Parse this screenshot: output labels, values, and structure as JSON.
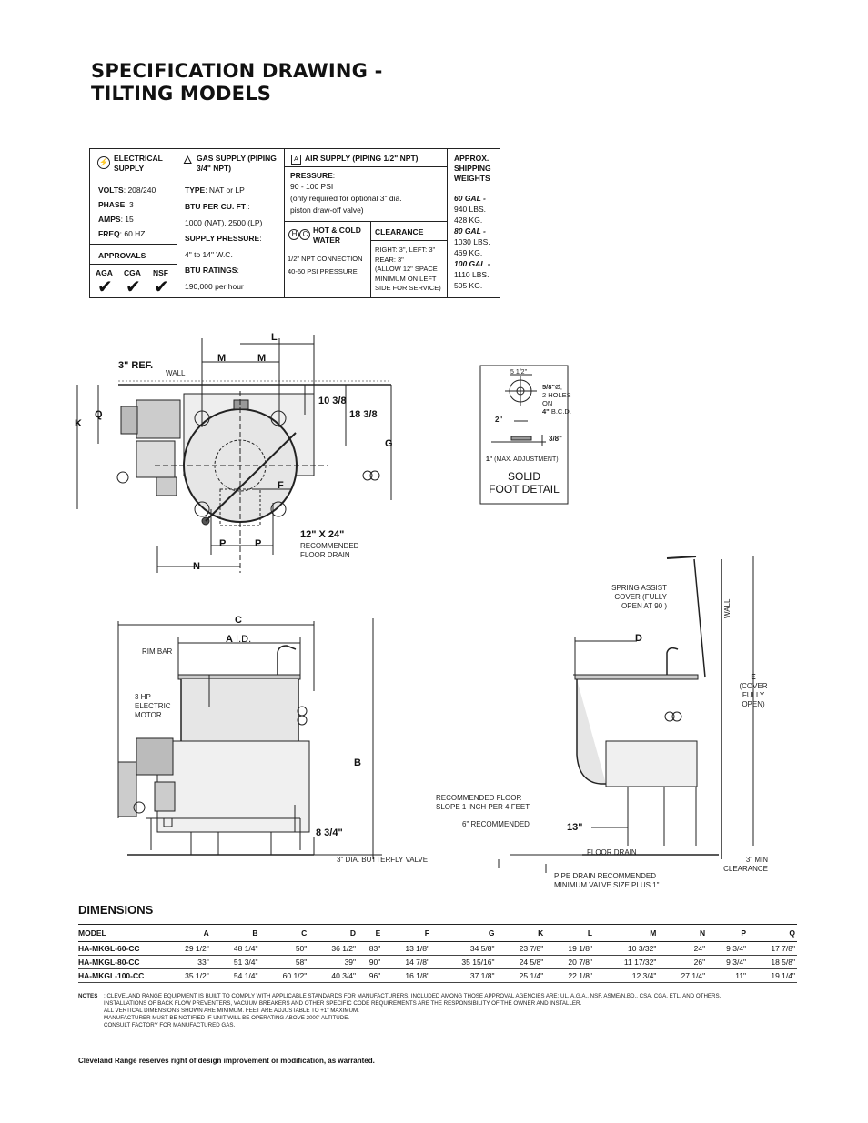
{
  "title": {
    "line1": "SPECIFICATION DRAWING -",
    "line2": "TILTING MODELS"
  },
  "spec": {
    "electrical": {
      "header": "ELECTRICAL SUPPLY",
      "volts_label": "VOLTS",
      "volts": ": 208/240",
      "phase_label": "PHASE",
      "phase": ": 3",
      "amps_label": "AMPS",
      "amps": ": 15",
      "freq_label": "FREQ",
      "freq": ": 60 HZ"
    },
    "approvals": {
      "header": "APPROVALS",
      "items": [
        "AGA",
        "CGA",
        "NSF"
      ]
    },
    "gas": {
      "header": "GAS SUPPLY (PIPING 3/4\" NPT)",
      "type_label": "TYPE",
      "type": ": NAT or LP",
      "btu_label": "BTU PER CU. FT",
      "btu_suffix": ".:",
      "btu": "1000 (NAT), 2500 (LP)",
      "pressure_label": "SUPPLY PRESSURE",
      "pressure_suffix": ":",
      "pressure": "4\" to 14\" W.C.",
      "ratings_label": "BTU RATINGS",
      "ratings_suffix": ":",
      "ratings": "190,000 per hour"
    },
    "air": {
      "icon": "A",
      "header": "AIR SUPPLY (PIPING 1/2\" NPT)",
      "pressure_label": "PRESSURE",
      "pressure_suffix": ":",
      "pressure": "90 - 100 PSI",
      "note1": "(only required for optional 3\" dia.",
      "note2": "piston draw-off valve)"
    },
    "water": {
      "icon": "HC",
      "header": "HOT & COLD WATER",
      "line1": "1/2\" NPT CONNECTION",
      "line2": "40-60 PSI PRESSURE"
    },
    "clearance": {
      "header": "CLEARANCE",
      "lines": [
        "RIGHT: 3\", LEFT: 3\"",
        "REAR: 3\"",
        "(ALLOW 12\" SPACE",
        "MINIMUM ON LEFT",
        "SIDE FOR SERVICE)"
      ]
    },
    "weights": {
      "header": "APPROX. SHIPPING WEIGHTS",
      "g60": "60 GAL -",
      "g60a": "940 LBS.",
      "g60b": "428 KG.",
      "g80": "80 GAL -",
      "g80a": "1030 LBS.",
      "g80b": "469 KG.",
      "g100": "100 GAL -",
      "g100a": "1110 LBS.",
      "g100b": "505 KG."
    }
  },
  "plan": {
    "L": "L",
    "M1": "M",
    "M2": "M",
    "ref": "3\" REF.",
    "wall": "WALL",
    "K": "K",
    "Q": "Q",
    "d10": "10 3/8",
    "d18": "18 3/8",
    "G": "G",
    "F": "F",
    "P1": "P",
    "P2": "P",
    "N": "N",
    "drain_size": "12\" X 24\"",
    "drain1": "RECOMMENDED",
    "drain2": "FLOOR DRAIN",
    "cl": "C",
    "hc": "HC"
  },
  "foot": {
    "d1": "5 1/2\"",
    "holes1": "5/8\"",
    "holes1b": "Ø,",
    "holes2": "2 HOLES",
    "holes3": "ON",
    "holes4": "4\"",
    "holes4b": " B.C.D.",
    "d2": "2\"",
    "d3": "3/8\"",
    "d4": "1\"",
    "d4note": " (MAX. ADJUSTMENT)",
    "title1": "SOLID",
    "title2": "FOOT DETAIL"
  },
  "front": {
    "C": "C",
    "A": "A",
    "A_suffix": " I.D.",
    "rim": "RIM BAR",
    "motor1": "3 HP",
    "motor2": "ELECTRIC",
    "motor3": "MOTOR",
    "B": "B",
    "d834": "8 3/4\"",
    "valve": "3\" DIA. BUTTERFLY VALVE"
  },
  "side": {
    "spring1": "SPRING ASSIST",
    "spring2": "COVER (FULLY",
    "spring3": "OPEN AT 90 )",
    "wall": "WALL",
    "D": "D",
    "E": "E",
    "E1": "(COVER",
    "E2": "FULLY",
    "E3": "OPEN)",
    "slope1": "RECOMMENDED FLOOR",
    "slope2": "SLOPE 1 INCH PER 4 FEET",
    "six": "6\" RECOMMENDED",
    "d13": "13\"",
    "floor_drain": "FLOOR DRAIN",
    "min1": "3\" MIN",
    "min2": "CLEARANCE",
    "pipe1": "PIPE DRAIN RECOMMENDED",
    "pipe2": "MINIMUM VALVE SIZE PLUS 1\""
  },
  "dimensions": {
    "title": "DIMENSIONS",
    "columns": [
      "MODEL",
      "A",
      "B",
      "C",
      "D",
      "E",
      "F",
      "G",
      "K",
      "L",
      "M",
      "N",
      "P",
      "Q"
    ],
    "rows": [
      [
        "HA-MKGL-60-CC",
        "29 1/2\"",
        "48 1/4\"",
        "50\"",
        "36 1/2\"",
        "83\"",
        "13 1/8\"",
        "34 5/8\"",
        "23 7/8\"",
        "19 1/8\"",
        "10 3/32\"",
        "24\"",
        "9 3/4\"",
        "17 7/8\""
      ],
      [
        "HA-MKGL-80-CC",
        "33\"",
        "51 3/4\"",
        "58\"",
        "39\"",
        "90\"",
        "14 7/8\"",
        "35 15/16\"",
        "24 5/8\"",
        "20 7/8\"",
        "11 17/32\"",
        "26\"",
        "9 3/4\"",
        "18 5/8\""
      ],
      [
        "HA-MKGL-100-CC",
        "35 1/2\"",
        "54 1/4\"",
        "60 1/2\"",
        "40 3/4\"",
        "96\"",
        "16 1/8\"",
        "37 1/8\"",
        "25 1/4\"",
        "22 1/8\"",
        "12 3/4\"",
        "27 1/4\"",
        "11\"",
        "19 1/4\""
      ]
    ]
  },
  "notes": {
    "label": "NOTES",
    "lines": [
      ": CLEVELAND RANGE EQUIPMENT IS BUILT TO COMPLY WITH APPLICABLE STANDARDS FOR MANUFACTURERS. INCLUDED AMONG THOSE APPROVAL AGENCIES ARE: UL, A.G.A., NSF, ASME/N.BD., CSA, CGA, ETL. AND OTHERS.",
      "INSTALLATIONS OF BACK FLOW PREVENTERS, VACUUM BREAKERS AND OTHER SPECIFIC CODE REQUIREMENTS ARE THE RESPONSIBILITY OF THE OWNER AND INSTALLER.",
      "ALL VERTICAL DIMENSIONS SHOWN ARE MINIMUM. FEET ARE ADJUSTABLE TO +1\" MAXIMUM.",
      "MANUFACTURER MUST BE NOTIFIED IF UNIT WILL BE OPERATING ABOVE 2000' ALTITUDE.",
      "CONSULT FACTORY FOR MANUFACTURED GAS."
    ]
  },
  "footer": "Cleveland Range reserves right of design improvement or modification, as warranted."
}
